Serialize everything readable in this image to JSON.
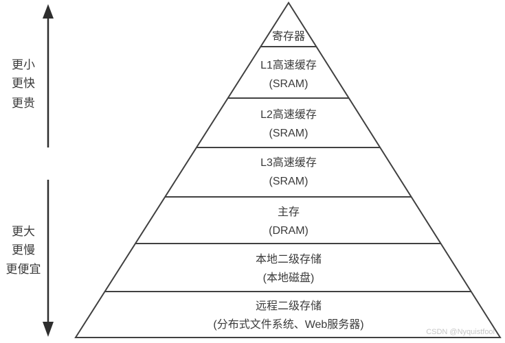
{
  "diagram": {
    "type": "pyramid",
    "topic": "memory-hierarchy",
    "levels": [
      {
        "name": "寄存器",
        "sub": ""
      },
      {
        "name": "L1高速缓存",
        "sub": "(SRAM)"
      },
      {
        "name": "L2高速缓存",
        "sub": "(SRAM)"
      },
      {
        "name": "L3高速缓存",
        "sub": "(SRAM)"
      },
      {
        "name": "主存",
        "sub": "(DRAM)"
      },
      {
        "name": "本地二级存储",
        "sub": "(本地磁盘)"
      },
      {
        "name": "远程二级存储",
        "sub": "(分布式文件系统、Web服务器)"
      }
    ],
    "up_arrow_labels": [
      "更小",
      "更快",
      "更贵"
    ],
    "down_arrow_labels": [
      "更大",
      "更慢",
      "更便宜"
    ],
    "colors": {
      "line": "#404040",
      "text": "#3a3a3a",
      "watermark": "#c6c6c6",
      "background": "#ffffff"
    }
  },
  "watermark": "CSDN @Nyquistfool"
}
